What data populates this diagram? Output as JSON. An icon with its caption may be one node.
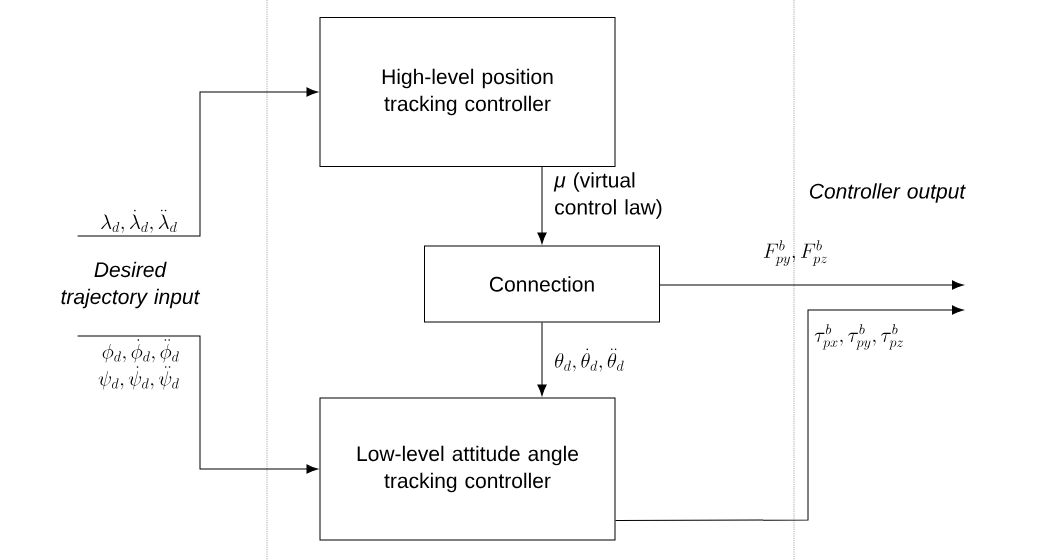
{
  "diagram": {
    "nodes": [
      {
        "text": [
          "High-level position tracking controller"
        ]
      },
      {
        "text": [
          "Connection"
        ]
      },
      {
        "text": [
          "Low-level attitude angle tracking controller"
        ]
      },
      {
        "text": [
          "\\lambda_d, \\dot{\\lambda}_d, \\ddot{\\lambda}_d"
        ]
      },
      {
        "text": [
          "\\phi_d, \\dot{\\phi}_d, \\ddot{\\phi}_d",
          "\\psi_d, \\dot{\\psi}_d, \\ddot{\\psi}_d"
        ]
      }
    ],
    "edges": [
      {
        "from": 3,
        "to": 0,
        "arrow": "to"
      },
      {
        "from": 4,
        "to": 2,
        "arrow": "to"
      },
      {
        "from": 0,
        "to": 1,
        "arrow": "to",
        "label": "*μ* (virtual control law)"
      },
      {
        "from": 1,
        "to": 2,
        "arrow": "to",
        "label": "\\theta_d, \\dot{\\theta}_d, \\ddot{\\theta}_d"
      },
      {
        "from": 1,
        "to": null,
        "arrow": "to",
        "label": "F_{py}^b, F_{pz}^b"
      },
      {
        "from": 2,
        "to": null,
        "arrow": "to",
        "label": "\\tau_{px}^b, \\tau_{py}^b, \\tau_{pz}^b"
      }
    ],
    "labels": [
      "Desired trajectory input",
      "Controller output"
    ]
  }
}
